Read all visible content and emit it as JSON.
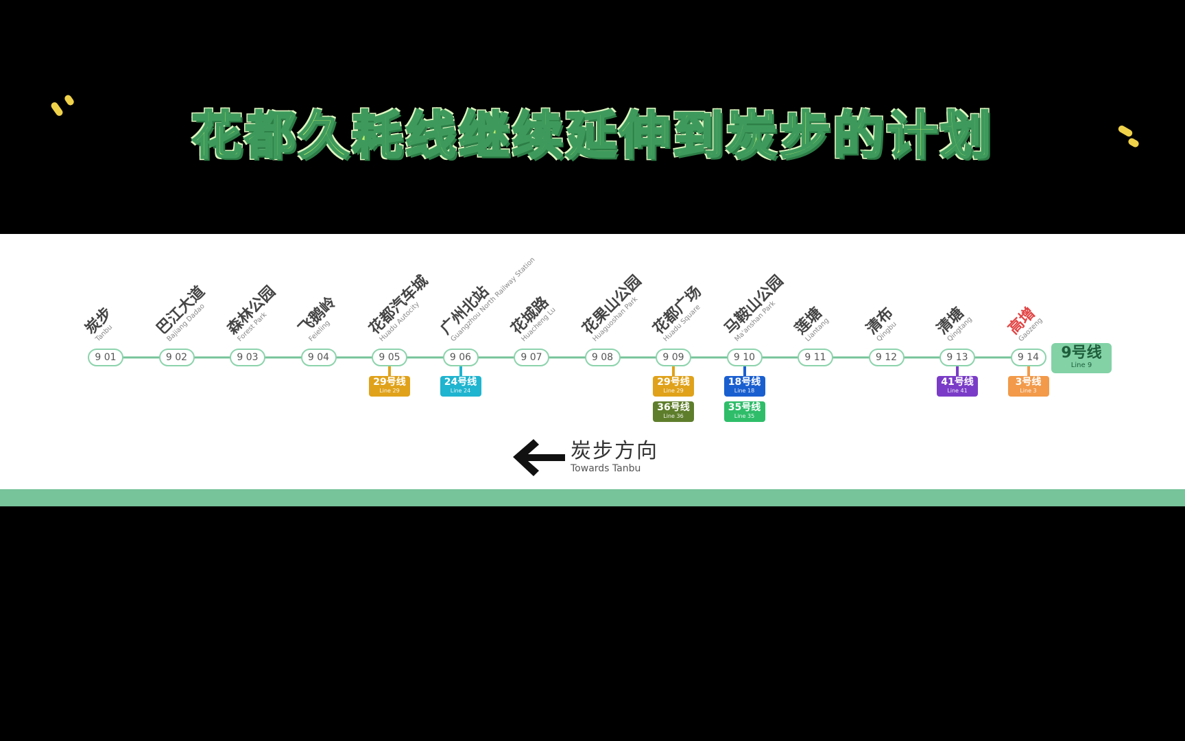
{
  "title": "花都久耗线继续延伸到炭步的计划",
  "map": {
    "line_color": "#77c39a",
    "line_badge": {
      "zh": "9号线",
      "en": "Line 9"
    },
    "direction": {
      "zh": "炭步方向",
      "en": "Towards Tanbu"
    },
    "stations": [
      {
        "zh": "炭步",
        "en": "Tanbu",
        "code": "9 01"
      },
      {
        "zh": "巴江大道",
        "en": "Bajiang Dadao",
        "code": "9 02"
      },
      {
        "zh": "森林公园",
        "en": "Forest Park",
        "code": "9 03"
      },
      {
        "zh": "飞鹅岭",
        "en": "Feieling",
        "code": "9 04"
      },
      {
        "zh": "花都汽车城",
        "en": "Huadu Autocity",
        "code": "9 05",
        "transfers": [
          {
            "zh": "29号线",
            "en": "Line 29",
            "color": "#e0a21a"
          }
        ]
      },
      {
        "zh": "广州北站",
        "en": "Guangzhou North Railway Station",
        "code": "9 06",
        "transfers": [
          {
            "zh": "24号线",
            "en": "Line 24",
            "color": "#1fb4cf"
          }
        ]
      },
      {
        "zh": "花城路",
        "en": "Huacheng Lu",
        "code": "9 07"
      },
      {
        "zh": "花果山公园",
        "en": "Huaguoshan Park",
        "code": "9 08"
      },
      {
        "zh": "花都广场",
        "en": "Huadu Square",
        "code": "9 09",
        "transfers": [
          {
            "zh": "29号线",
            "en": "Line 29",
            "color": "#e0a21a"
          },
          {
            "zh": "36号线",
            "en": "Line 36",
            "color": "#5f7e2c"
          }
        ]
      },
      {
        "zh": "马鞍山公园",
        "en": "Ma'anshan Park",
        "code": "9 10",
        "transfers": [
          {
            "zh": "18号线",
            "en": "Line 18",
            "color": "#1a5fd0"
          },
          {
            "zh": "35号线",
            "en": "Line 35",
            "color": "#2fbd6a"
          }
        ]
      },
      {
        "zh": "莲塘",
        "en": "Liantang",
        "code": "9 11"
      },
      {
        "zh": "清布",
        "en": "Qingbu",
        "code": "9 12"
      },
      {
        "zh": "清塘",
        "en": "Qingtang",
        "code": "9 13",
        "transfers": [
          {
            "zh": "41号线",
            "en": "Line 41",
            "color": "#7a3cc7"
          }
        ]
      },
      {
        "zh": "高增",
        "en": "Gaozeng",
        "code": "9 14",
        "terminal": true,
        "transfers": [
          {
            "zh": "3号线",
            "en": "Line 3",
            "color": "#f29a4a"
          }
        ]
      }
    ]
  }
}
